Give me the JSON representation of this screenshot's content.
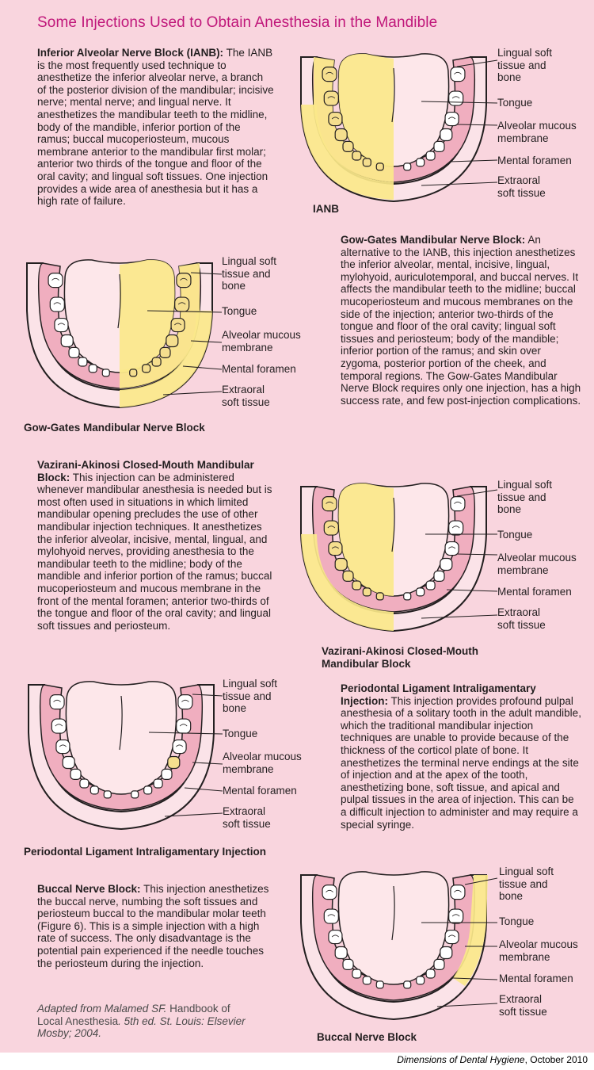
{
  "title": "Some Injections Used to Obtain Anesthesia in the Mandible",
  "labels": {
    "lingual_line1": "Lingual soft",
    "lingual_line2": "tissue and",
    "lingual_line3": "bone",
    "tongue": "Tongue",
    "alveolar_line1": "Alveolar mucous",
    "alveolar_line2": "membrane",
    "mental": "Mental foramen",
    "extraoral_line1": "Extraoral",
    "extraoral_line2": "soft tissue"
  },
  "sections": {
    "ianb": {
      "heading": "Inferior Alveolar Nerve Block (IANB):",
      "body": "The IANB is the most frequently used technique to anesthetize the inferior alveolar nerve, a branch of the posterior division of the mandibular; incisive nerve; mental nerve; and lingual nerve. It anesthetizes the mandibular teeth to the midline, body of the mandible, inferior portion of the ramus; buccal mucoperiosteum, mucous membrane anterior to the mandibular first molar; anterior two thirds of the tongue and floor of the oral cavity; and lingual soft tissues. One injection provides a wide area of anesthesia but it has a high rate of failure.",
      "caption": "IANB"
    },
    "gow_gates": {
      "heading": "Gow-Gates Mandibular Nerve Block:",
      "body": "An alternative to the IANB, this injection anesthetizes the inferior alveolar, mental, incisive, lingual, mylohyoid, auriculotemporal, and buccal nerves. It affects the mandibular teeth to the midline; buccal mucoperiosteum and mucous membranes on the side of the injection; anterior two-thirds of the tongue and floor of the oral cavity; lingual soft tissues and periosteum; body of the mandible; inferior portion of the ramus; and skin over zygoma, posterior portion of the cheek, and temporal regions. The Gow-Gates Mandibular Nerve Block requires only one injection, has a high success rate, and few post-injection complications.",
      "caption": "Gow-Gates Mandibular Nerve Block"
    },
    "vazirani": {
      "heading": "Vazirani-Akinosi Closed-Mouth Mandibular Block:",
      "body": "This injection can be administered whenever mandibular anesthesia is needed but is most often used in situations in which limited mandibular opening precludes the use of other mandibular injection techniques. It anesthetizes the inferior alveolar, incisive, mental, lingual, and mylohyoid nerves, providing anesthesia to the mandibular teeth to the midline; body of the mandible and inferior portion of the ramus; buccal mucoperiosteum and mucous membrane in the front of the mental foramen; anterior two-thirds of the tongue and floor of the oral cavity; and lingual soft tissues and periosteum.",
      "caption_line1": "Vazirani-Akinosi Closed-Mouth",
      "caption_line2": "Mandibular Block"
    },
    "pdl": {
      "heading": "Periodontal Ligament Intraligamentary Injection:",
      "body": "This injection provides profound pulpal anesthesia of a solitary tooth in the adult mandible, which the traditional mandibular injection techniques are unable to provide because of the thickness of the corticol plate of bone. It anesthetizes the terminal nerve endings at the site of injection and at the apex of the tooth, anesthetizing bone, soft tissue, and apical and pulpal tissues in the area of injection. This can be a difficult injection to administer and may require a special syringe.",
      "caption": "Periodontal Ligament Intraligamentary Injection"
    },
    "buccal": {
      "heading": "Buccal Nerve Block:",
      "body": "This injection anesthetizes the buccal nerve, numbing the soft tissues and periosteum buccal to the mandibular molar teeth (Figure 6). This is a simple injection with a high rate of success. The only disadvantage is the potential pain experienced if the needle touches the periosteum during the injection.",
      "caption": "Buccal Nerve Block"
    }
  },
  "source": {
    "prefix": "Adapted from Malamed SF. ",
    "book": "Handbook of Local Anesthesia",
    "suffix": ". 5th ed. St. Louis: Elsevier Mosby; 2004."
  },
  "credit": {
    "journal": "Dimensions of Dental Hygiene",
    "date": ", October 2010"
  },
  "colors": {
    "background": "#f9d5de",
    "title": "#c0177a",
    "anesthesia": "#fbe88a",
    "tooth_highlight": "#f5de8e",
    "gum": "#f0aebf",
    "tongue": "#fde7ea"
  }
}
